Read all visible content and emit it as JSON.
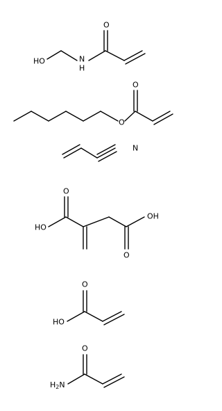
{
  "background_color": "#ffffff",
  "line_color": "#000000",
  "molecules": [
    {
      "id": "n-methylolacrylamide",
      "labels": {
        "hydroxyl": "HO",
        "amide_n": "N",
        "amide_h": "H",
        "carbonyl_o": "O"
      }
    },
    {
      "id": "butyl-acrylate",
      "labels": {
        "ester_o": "O",
        "carbonyl_o": "O"
      }
    },
    {
      "id": "acrylonitrile",
      "labels": {
        "nitrile_n": "N"
      }
    },
    {
      "id": "itaconic-acid",
      "labels": {
        "left_carbonyl_o": "O",
        "left_hydroxyl": "HO",
        "right_hydroxyl": "OH",
        "right_carbonyl_o": "O"
      }
    },
    {
      "id": "acrylic-acid",
      "labels": {
        "carbonyl_o": "O",
        "hydroxyl": "HO"
      }
    },
    {
      "id": "acrylamide",
      "labels": {
        "carbonyl_o": "O",
        "amine_h": "H",
        "amine_sub": "2",
        "amine_n": "N"
      }
    }
  ]
}
